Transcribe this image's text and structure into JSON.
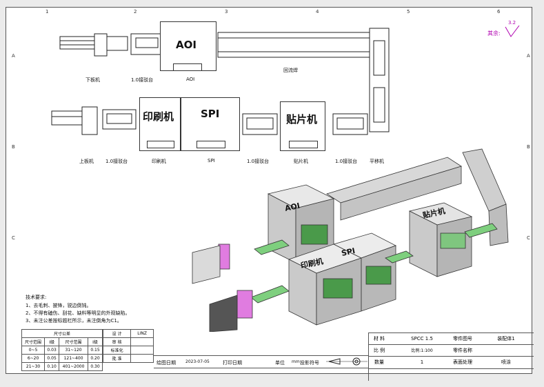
{
  "zones_top": [
    "1",
    "2",
    "3",
    "4",
    "5",
    "6"
  ],
  "zones_side": [
    "A",
    "B",
    "C"
  ],
  "roughness": {
    "label": "其余:",
    "value": "3.2"
  },
  "layout": {
    "top_row_labels": {
      "unloader": "下板机",
      "conveyor1": "1.0接驳台",
      "aoi": "AOI",
      "reflow": "回流焊"
    },
    "bottom_row_labels": {
      "loader": "上板机",
      "conveyor1": "1.0接驳台",
      "printer": "印刷机",
      "spi": "SPI",
      "conveyor2": "1.0接驳台",
      "mounter": "贴片机",
      "conveyor3": "1.0接驳台",
      "shuttle": "平移机"
    },
    "machine_titles": {
      "aoi": "AOI",
      "printer": "印刷机",
      "spi": "SPI",
      "mounter": "贴片机"
    }
  },
  "iso_labels": {
    "aoi": "AOI",
    "printer": "印刷机",
    "spi": "SPI",
    "mounter": "贴片机"
  },
  "tech_requirements": {
    "title": "技术要求:",
    "items": [
      "1、去毛刺、披锋，锐边倒钝。",
      "2、不得有磕伤、刮花、缺料等明显的外观缺陷。",
      "3、未注公差按标题栏所示，未注倒角为C1。"
    ]
  },
  "tolerance_table": {
    "header": "尺寸公差",
    "columns": [
      "尺寸范围",
      "Ⅰ级",
      "尺寸范围",
      "Ⅰ级"
    ],
    "rows": [
      [
        "0~5",
        "0.03",
        "31~120",
        "0.15"
      ],
      [
        "6~20",
        "0.05",
        "121~400",
        "0.20"
      ],
      [
        "21~30",
        "0.10",
        "401~2000",
        "0.30"
      ]
    ]
  },
  "sign_block": {
    "rows": [
      {
        "label": "设 计",
        "value": "LINZ"
      },
      {
        "label": "审 核",
        "value": ""
      },
      {
        "label": "标准化",
        "value": ""
      },
      {
        "label": "批 准",
        "value": ""
      }
    ]
  },
  "bottom_info": {
    "draw_date_label": "绘图日期",
    "draw_date": "2023-07-05",
    "print_date_label": "打印日期",
    "unit_label": "单位",
    "unit": "mm",
    "projection_label": "投影符号"
  },
  "title_block": {
    "material_label": "材 料",
    "material": "SPCC 1.5",
    "part_no_label": "零件图号",
    "part_no": "装配体1",
    "scale_label": "比 例",
    "scale": "比例:1:100",
    "part_name_label": "零件名称",
    "part_name": "",
    "qty_label": "数量",
    "qty": "1",
    "surface_label": "表面处理",
    "surface": "喷涂"
  }
}
